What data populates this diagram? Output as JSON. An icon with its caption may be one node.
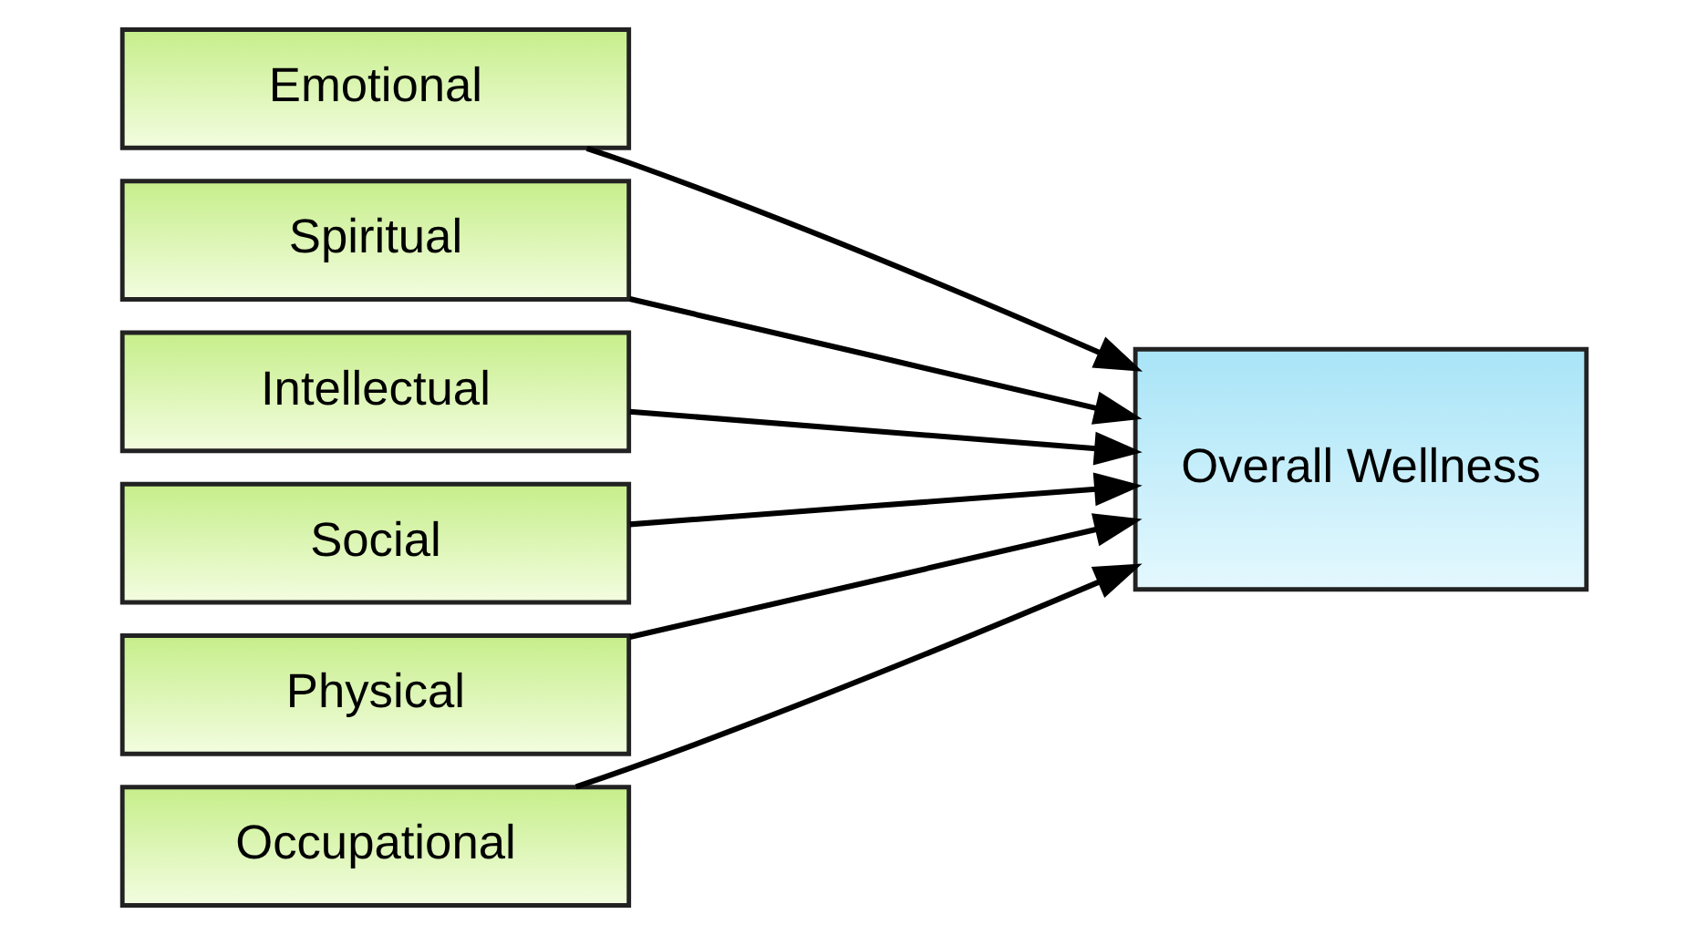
{
  "diagram": {
    "nodes": [
      {
        "text": [
          "Emotional"
        ]
      },
      {
        "text": [
          "Spiritual"
        ]
      },
      {
        "text": [
          "Intellectual"
        ]
      },
      {
        "text": [
          "Social"
        ]
      },
      {
        "text": [
          "Physical"
        ]
      },
      {
        "text": [
          "Occupational"
        ]
      },
      {
        "text": [
          "Overall Wellness"
        ]
      }
    ],
    "edges": [
      {
        "from": 0,
        "to": 6,
        "arrow": "to"
      },
      {
        "from": 1,
        "to": 6,
        "arrow": "to"
      },
      {
        "from": 2,
        "to": 6,
        "arrow": "to"
      },
      {
        "from": 3,
        "to": 6,
        "arrow": "to"
      },
      {
        "from": 4,
        "to": 6,
        "arrow": "to"
      },
      {
        "from": 5,
        "to": 6,
        "arrow": "to"
      }
    ]
  }
}
